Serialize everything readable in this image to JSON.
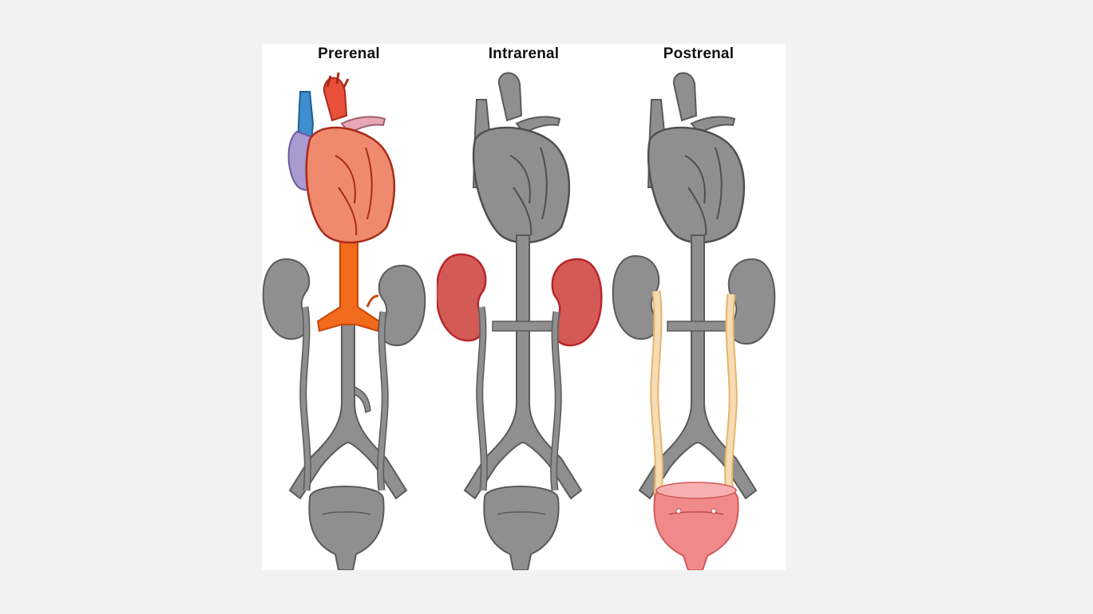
{
  "panels": [
    {
      "id": "prerenal",
      "title": "Prerenal",
      "highlight": "heart-and-renal-artery"
    },
    {
      "id": "intrarenal",
      "title": "Intrarenal",
      "highlight": "kidneys"
    },
    {
      "id": "postrenal",
      "title": "Postrenal",
      "highlight": "ureters-and-bladder"
    }
  ],
  "colors": {
    "tissue_gray": "#8f8f8f",
    "tissue_gray_dark": "#555555",
    "heart_red": "#e8503a",
    "heart_pink": "#f08a6e",
    "vein_blue": "#3f8fd0",
    "atrium_purple": "#a99ad0",
    "artery_orange": "#f26a1b",
    "kidney_red": "#d45a55",
    "kidney_outline": "#b8252a",
    "ureter_cream": "#f6dcb4",
    "ureter_outline": "#e7b46d",
    "bladder_pink": "#f08a8a"
  }
}
